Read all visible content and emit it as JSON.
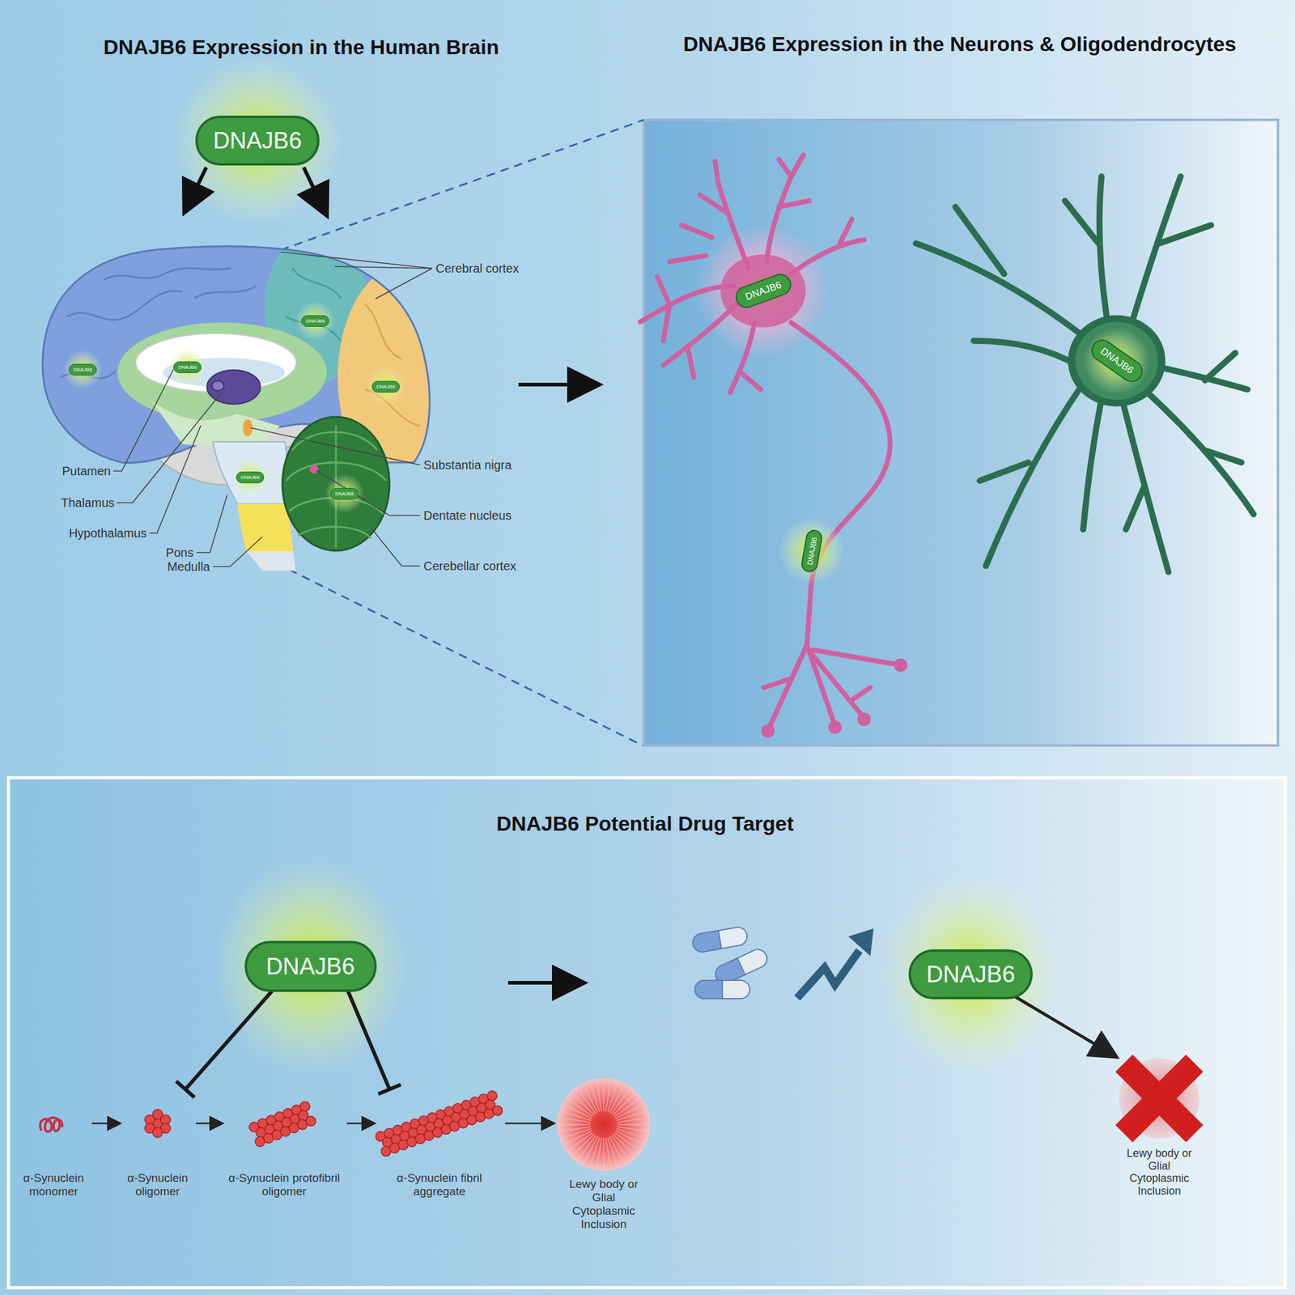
{
  "diagram": {
    "nodes": [
      {
        "text": [
          "DNAJB6"
        ]
      },
      {
        "text": [
          "DNAJB6"
        ]
      },
      {
        "text": [
          "DNAJB6"
        ]
      },
      {
        "text": [
          "DNAJB6"
        ]
      },
      {
        "text": [
          "DNAJB6"
        ]
      },
      {
        "text": [
          "DNAJB6"
        ]
      },
      {
        "text": [
          "DNAJB6"
        ]
      },
      {
        "text": [
          "DNAJB6"
        ]
      },
      {
        "text": [
          "DNAJB6"
        ]
      },
      {
        "text": [
          "DNAJB6"
        ]
      },
      {
        "text": [
          "DNAJB6"
        ]
      },
      {
        "text": [
          "DNAJB6"
        ]
      },
      {
        "text": [
          "α-Synuclein monomer"
        ]
      },
      {
        "text": [
          "α-Synuclein oligomer"
        ]
      },
      {
        "text": [
          "α-Synuclein protofibril oligomer"
        ]
      },
      {
        "text": [
          "α-Synuclein fibril aggregate"
        ]
      },
      {
        "text": [
          "Lewy body or Glial Cytoplasmic Inclusion"
        ]
      },
      {
        "text": [
          "Lewy body or Glial Cytoplasmic Inclusion"
        ]
      }
    ],
    "edges": [
      {
        "from": 12,
        "to": 13,
        "arrow": "to"
      },
      {
        "from": 13,
        "to": 14,
        "arrow": "to"
      },
      {
        "from": 14,
        "to": 15,
        "arrow": "to"
      },
      {
        "from": 15,
        "to": 16,
        "arrow": "to"
      },
      {
        "from": 10,
        "to": 13,
        "arrow": "to"
      },
      {
        "from": 10,
        "to": 15,
        "arrow": "to"
      },
      {
        "from": 11,
        "to": 17,
        "arrow": "to"
      }
    ],
    "labels": [
      "DNAJB6 Expression in the Human Brain",
      "DNAJB6 Expression in the Neurons & Oligodendrocytes",
      "Cerebral cortex",
      "Putamen",
      "Thalamus",
      "Hypothalamus",
      "Pons",
      "Medulla",
      "Substantia nigra",
      "Dentate nucleus",
      "Cerebellar cortex",
      "DNAJB6 Potential Drug Target"
    ]
  }
}
